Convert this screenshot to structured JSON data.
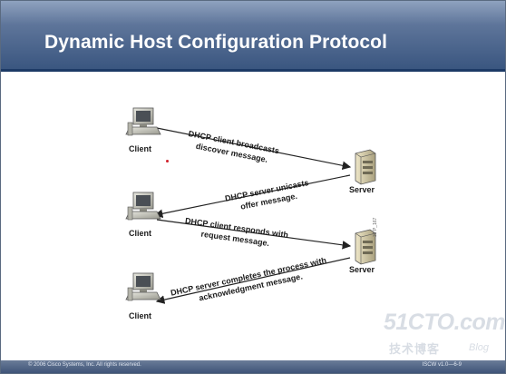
{
  "title": "Dynamic Host Configuration Protocol",
  "nodes": {
    "client1": "Client",
    "client2": "Client",
    "client3": "Client",
    "server1": "Server",
    "server2": "Server"
  },
  "server_tag": "31 P_167",
  "messages": {
    "m1": {
      "line1": "DHCP client broadcasts",
      "line2": "discover message."
    },
    "m2": {
      "line1": "DHCP server unicasts",
      "line2": "offer message."
    },
    "m3": {
      "line1": "DHCP client responds with",
      "line2": "request message."
    },
    "m4": {
      "line1": "DHCP server completes the process with",
      "line2": "acknowledgment message."
    }
  },
  "footer": {
    "copyright": "© 2006 Cisco Systems, Inc. All rights reserved.",
    "code": "ISCW v1.0—6-9"
  },
  "watermark": {
    "site": "51CTO.com",
    "cn": "技术博客",
    "blog": "Blog"
  },
  "colors": {
    "title_bar": "#3a5680",
    "arrow": "#222222"
  }
}
